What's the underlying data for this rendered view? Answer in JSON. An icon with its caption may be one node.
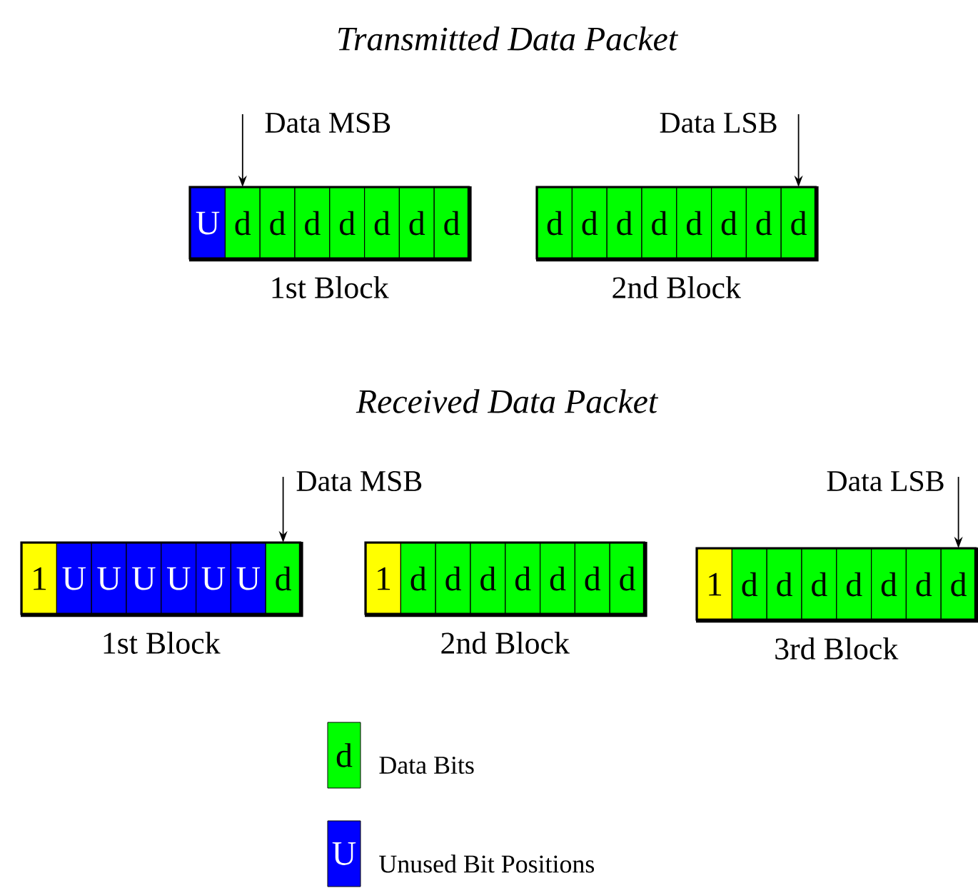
{
  "diagram": {
    "nodes": [
      {
        "text": [
          "1st Block"
        ]
      },
      {
        "text": [
          "U"
        ],
        "in": 0
      },
      {
        "text": [
          "d"
        ],
        "in": 0
      },
      {
        "text": [
          "d"
        ],
        "in": 0
      },
      {
        "text": [
          "d"
        ],
        "in": 0
      },
      {
        "text": [
          "d"
        ],
        "in": 0
      },
      {
        "text": [
          "d"
        ],
        "in": 0
      },
      {
        "text": [
          "d"
        ],
        "in": 0
      },
      {
        "text": [
          "d"
        ],
        "in": 0
      },
      {
        "text": [
          "2nd Block"
        ]
      },
      {
        "text": [
          "d"
        ],
        "in": 9
      },
      {
        "text": [
          "d"
        ],
        "in": 9
      },
      {
        "text": [
          "d"
        ],
        "in": 9
      },
      {
        "text": [
          "d"
        ],
        "in": 9
      },
      {
        "text": [
          "d"
        ],
        "in": 9
      },
      {
        "text": [
          "d"
        ],
        "in": 9
      },
      {
        "text": [
          "d"
        ],
        "in": 9
      },
      {
        "text": [
          "d"
        ],
        "in": 9
      },
      {
        "text": [
          "1st Block"
        ]
      },
      {
        "text": [
          "1"
        ],
        "in": 18
      },
      {
        "text": [
          "U"
        ],
        "in": 18
      },
      {
        "text": [
          "U"
        ],
        "in": 18
      },
      {
        "text": [
          "U"
        ],
        "in": 18
      },
      {
        "text": [
          "U"
        ],
        "in": 18
      },
      {
        "text": [
          "U"
        ],
        "in": 18
      },
      {
        "text": [
          "U"
        ],
        "in": 18
      },
      {
        "text": [
          "d"
        ],
        "in": 18
      },
      {
        "text": [
          "2nd Block"
        ]
      },
      {
        "text": [
          "1"
        ],
        "in": 27
      },
      {
        "text": [
          "d"
        ],
        "in": 27
      },
      {
        "text": [
          "d"
        ],
        "in": 27
      },
      {
        "text": [
          "d"
        ],
        "in": 27
      },
      {
        "text": [
          "d"
        ],
        "in": 27
      },
      {
        "text": [
          "d"
        ],
        "in": 27
      },
      {
        "text": [
          "d"
        ],
        "in": 27
      },
      {
        "text": [
          "d"
        ],
        "in": 27
      },
      {
        "text": [
          "3rd Block"
        ]
      },
      {
        "text": [
          "1"
        ],
        "in": 36
      },
      {
        "text": [
          "d"
        ],
        "in": 36
      },
      {
        "text": [
          "d"
        ],
        "in": 36
      },
      {
        "text": [
          "d"
        ],
        "in": 36
      },
      {
        "text": [
          "d"
        ],
        "in": 36
      },
      {
        "text": [
          "d"
        ],
        "in": 36
      },
      {
        "text": [
          "d"
        ],
        "in": 36
      },
      {
        "text": [
          "d"
        ],
        "in": 36
      }
    ],
    "edges": [
      {
        "from": null,
        "to": 2,
        "arrow": "to"
      },
      {
        "from": null,
        "to": 17,
        "arrow": "to"
      },
      {
        "from": null,
        "to": 26,
        "arrow": "to"
      },
      {
        "from": null,
        "to": 44,
        "arrow": "to"
      }
    ],
    "labels": [
      "Transmitted Data Packet",
      "Data MSB",
      "Data LSB",
      "Received Data Packet",
      "Data MSB",
      "Data LSB",
      "d",
      "U"
    ],
    "legend": [
      {
        "text": "Data Bits",
        "color": "#00ff00"
      },
      {
        "text": "Unused Bit Positions",
        "color": "#0000ff"
      }
    ]
  }
}
